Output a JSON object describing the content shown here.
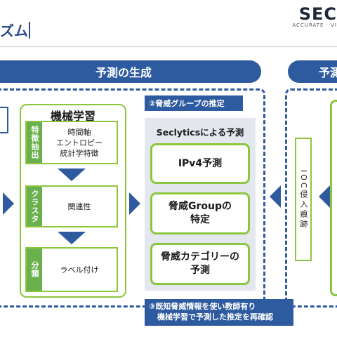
{
  "header": {
    "title": "ズム",
    "logo": "SEC",
    "tagline": "ACCURATE · VI"
  },
  "sections": {
    "generation": "予測の生成",
    "right_cut": "予測"
  },
  "machine_learning": {
    "title": "機械学習",
    "rows": [
      {
        "label": "特徴抽出",
        "lines": [
          "時間軸",
          "エントロピー",
          "統計学特徴"
        ]
      },
      {
        "label": "クラスタ",
        "lines": [
          "関連性"
        ]
      },
      {
        "label": "分類",
        "lines": [
          "ラベル付け"
        ]
      }
    ]
  },
  "threat_group": {
    "step_label": "②脅威グループの推定",
    "panel_title": "Seclyticsによる予測",
    "boxes": [
      {
        "line1": "IPv4予測",
        "line2": ""
      },
      {
        "line1": "脅威Groupの",
        "line2": "特定"
      },
      {
        "line1": "脅威カテゴリーの",
        "line2": "予測"
      }
    ]
  },
  "note": {
    "line1": "③既知脅威情報を使い教師有り",
    "line2": "機械学習で予測した推定を再確認"
  },
  "ioc": {
    "text": "IOC侵入痕跡"
  },
  "colors": {
    "primary": "#2e5aa0",
    "accent_green": "#8cc63f",
    "label_green": "#6ab04c",
    "panel_gray": "#e4e8ee"
  }
}
